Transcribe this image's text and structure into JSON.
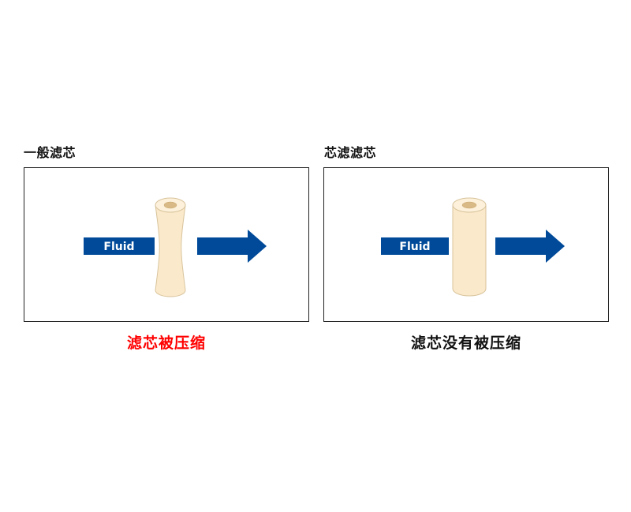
{
  "left_panel": {
    "title": "一般滤芯",
    "fluid_label": "Fluid",
    "caption": "滤芯被压缩",
    "caption_color": "#ff0000"
  },
  "right_panel": {
    "title": "芯滤滤芯",
    "fluid_label": "Fluid",
    "caption": "滤芯没有被压缩",
    "caption_color": "#111111"
  },
  "colors": {
    "arrow": "#004a99",
    "cartridge_fill": "#fbe9cb",
    "cartridge_stroke": "#d8c49c",
    "cartridge_core": "#d9b986"
  }
}
